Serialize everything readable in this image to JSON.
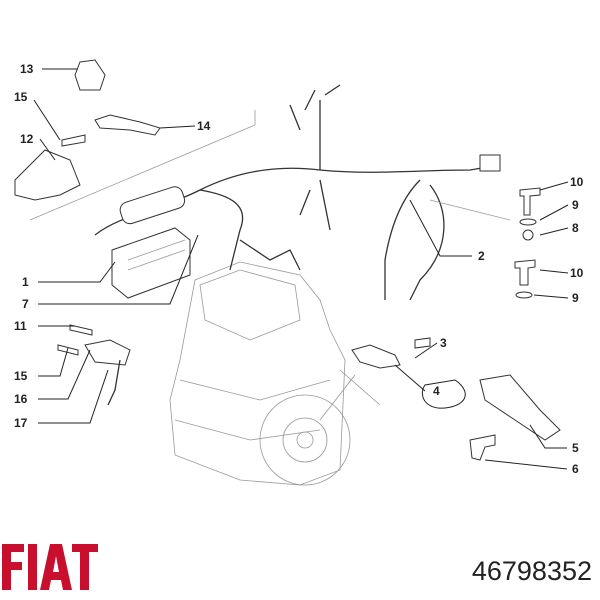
{
  "brand": {
    "logo_text": "FIAT",
    "color": "#c8102e"
  },
  "part_number": "46798352",
  "callouts": [
    "13",
    "15",
    "14",
    "12",
    "1",
    "7",
    "11",
    "15",
    "16",
    "17",
    "10",
    "9",
    "8",
    "2",
    "10",
    "9",
    "3",
    "4",
    "5",
    "6"
  ]
}
